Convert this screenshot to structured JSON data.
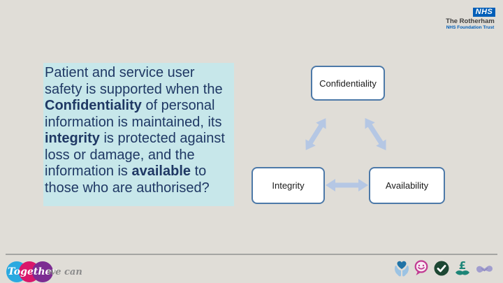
{
  "slide": {
    "background_color": "#e0ddd7"
  },
  "nhs_logo": {
    "acronym": "NHS",
    "trust_name": "The Rotherham",
    "trust_subtitle": "NHS Foundation Trust",
    "nhs_blue": "#005eb8"
  },
  "statement": {
    "background_color": "#c7e7ea",
    "text_color": "#1f3864",
    "runs": [
      {
        "text": "Patient and service user safety is supported when the ",
        "bold": false
      },
      {
        "text": "Confidentiality",
        "bold": true
      },
      {
        "text": " of personal information is maintained, its ",
        "bold": false
      },
      {
        "text": "integrity",
        "bold": true
      },
      {
        "text": " is protected against loss or damage, and the information is ",
        "bold": false
      },
      {
        "text": "available",
        "bold": true
      },
      {
        "text": " to those who are authorised?",
        "bold": false
      }
    ]
  },
  "diagram": {
    "border_color": "#4d79a8",
    "arrow_color": "#b5c7e4",
    "boxes": [
      {
        "id": "confidentiality",
        "label": "Confidentiality"
      },
      {
        "id": "integrity",
        "label": "Integrity"
      },
      {
        "id": "availability",
        "label": "Availability"
      }
    ],
    "arrows": [
      "confidentiality-integrity",
      "confidentiality-availability",
      "integrity-availability"
    ]
  },
  "footer": {
    "campaign": {
      "word1": "Together",
      "word2": "we can"
    },
    "logo_circle_colors": [
      "#2aa9e0",
      "#d9176b",
      "#7c2c92"
    ],
    "value_icons": [
      "hands-holding-heart",
      "smiley-speech-bubble",
      "check-circle",
      "pound-sign-hands",
      "handshake"
    ]
  }
}
